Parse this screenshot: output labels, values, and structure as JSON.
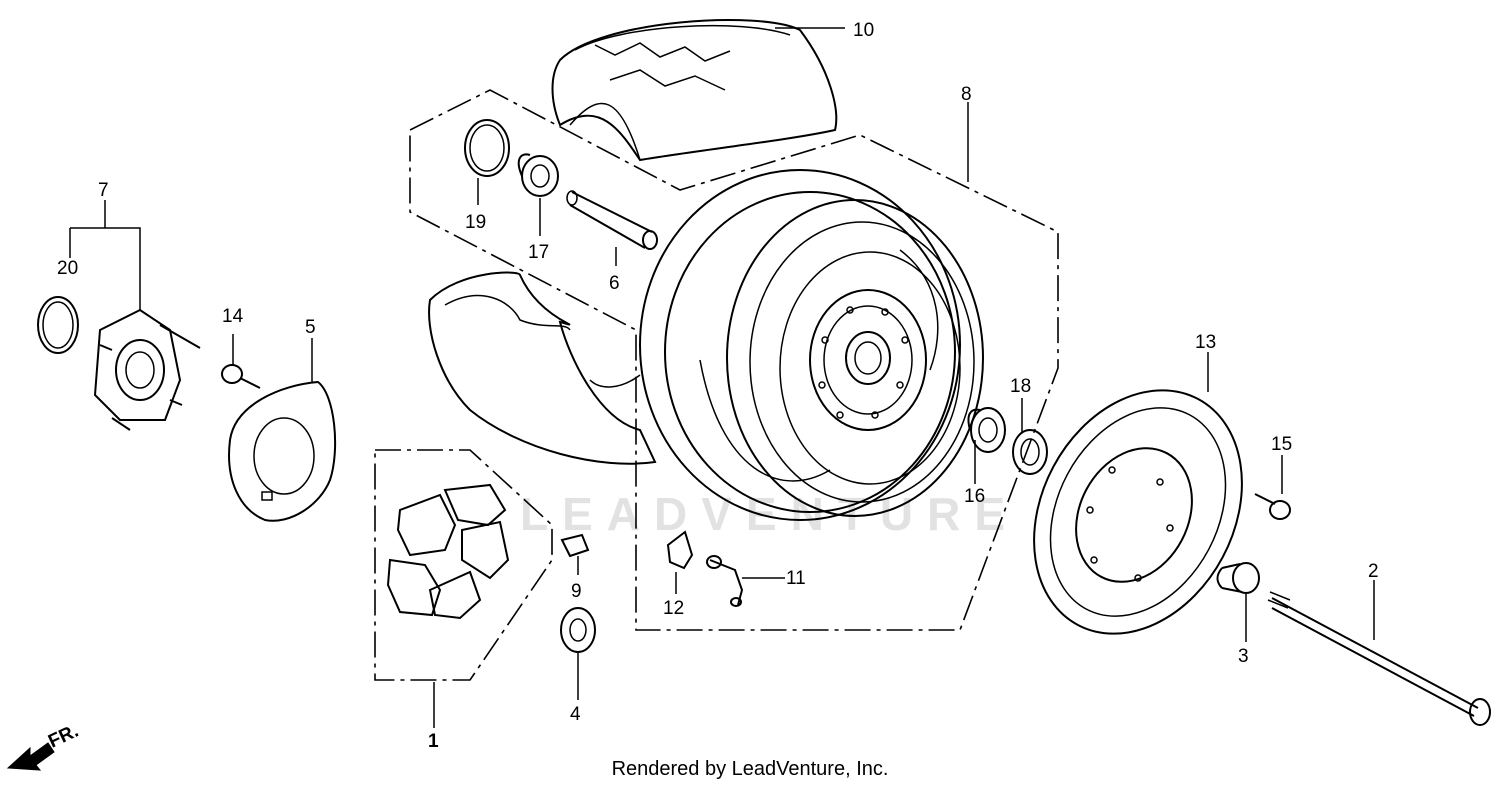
{
  "watermark": "LEADVENTURE",
  "footer_text": "Rendered by LeadVenture, Inc.",
  "direction_label": "FR.",
  "parts": [
    {
      "label": "1"
    },
    {
      "label": "2"
    },
    {
      "label": "3"
    },
    {
      "label": "4"
    },
    {
      "label": "5"
    },
    {
      "label": "6"
    },
    {
      "label": "7"
    },
    {
      "label": "8"
    },
    {
      "label": "9"
    },
    {
      "label": "10"
    },
    {
      "label": "11"
    },
    {
      "label": "12"
    },
    {
      "label": "13"
    },
    {
      "label": "14"
    },
    {
      "label": "15"
    },
    {
      "label": "16"
    },
    {
      "label": "17"
    },
    {
      "label": "18"
    },
    {
      "label": "19"
    },
    {
      "label": "20"
    }
  ]
}
